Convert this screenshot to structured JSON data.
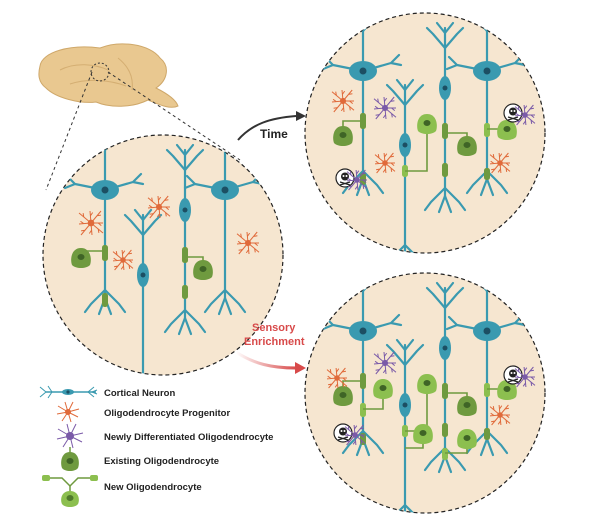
{
  "arrows": {
    "time_label": "Time",
    "enrichment_label_line1": "Sensory",
    "enrichment_label_line2": "Enrichment"
  },
  "legend": {
    "items": [
      {
        "label": "Cortical Neuron",
        "icon": "cortical-neuron-icon"
      },
      {
        "label": "Oligodendrocyte Progenitor",
        "icon": "opc-icon"
      },
      {
        "label": "Newly Differentiated Oligodendrocyte",
        "icon": "new-diff-oligo-icon"
      },
      {
        "label": "Existing Oligodendrocyte",
        "icon": "existing-oligo-icon"
      },
      {
        "label": "New Oligodendrocyte",
        "icon": "new-oligo-icon"
      }
    ]
  },
  "colors": {
    "neuron": "#3a9ab0",
    "neuron_nucleus": "#1c4f63",
    "opc": "#e06a3a",
    "new_diff": "#7a5aa8",
    "oligo_existing": "#6f9a3f",
    "oligo_new": "#8cbf4f",
    "circle_fill": "#f6e6d0",
    "time_arrow": "#333333",
    "enrichment_arrow": "#d84a4a",
    "enrichment_text": "#d84a4a",
    "brain": "#e9c890"
  }
}
